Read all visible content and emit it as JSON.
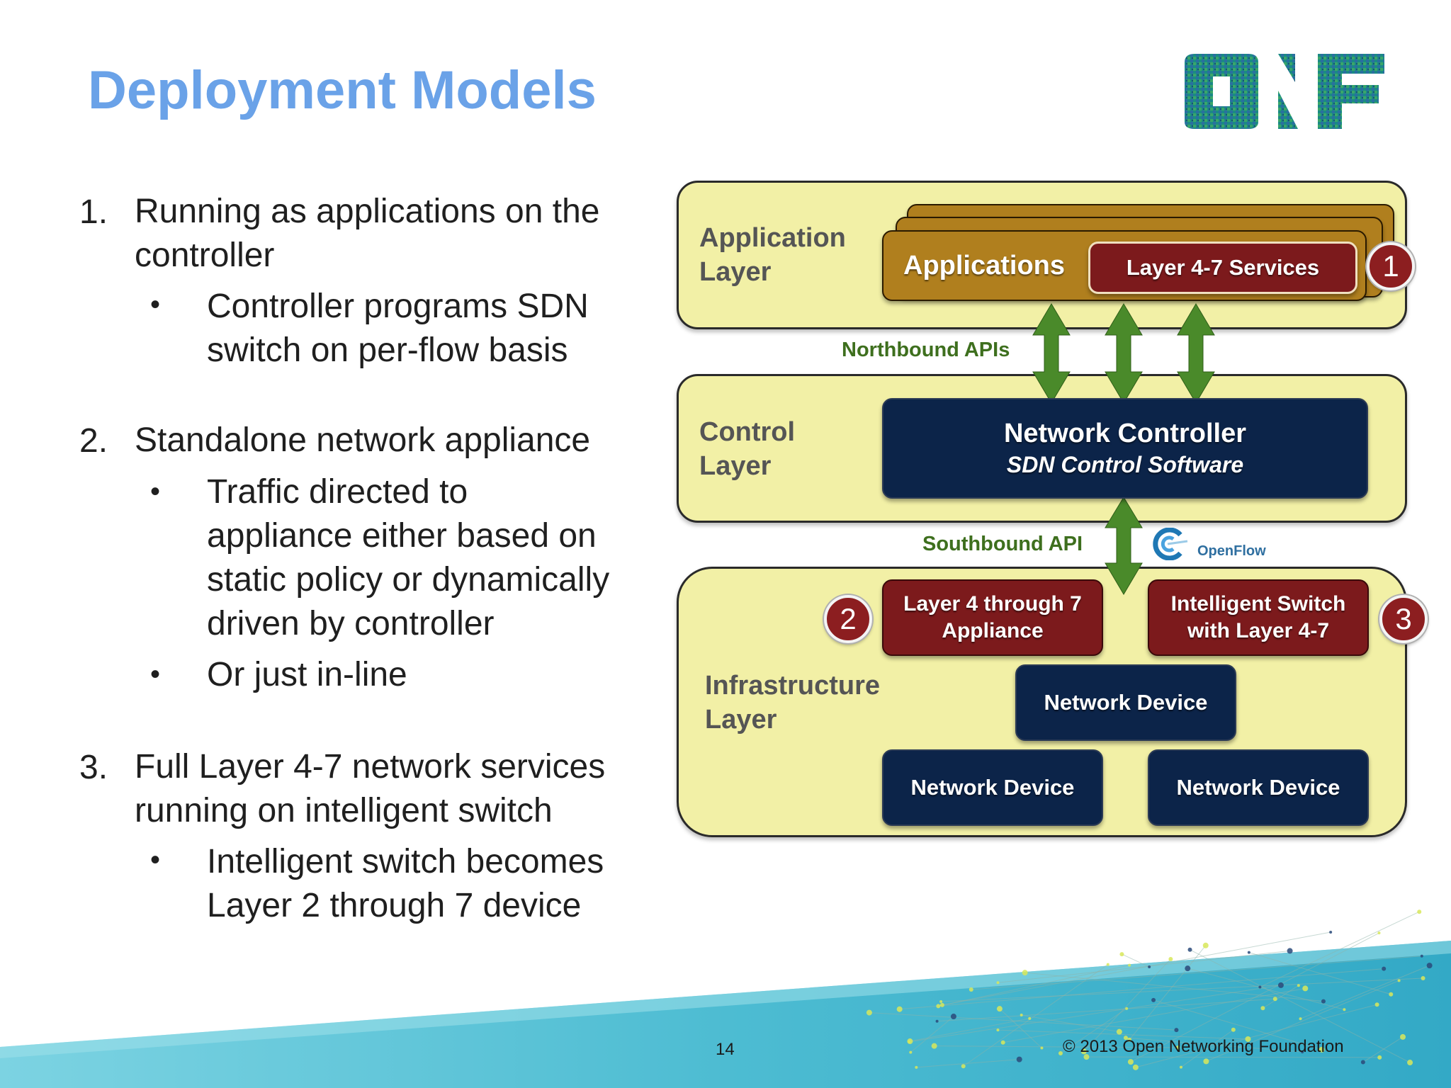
{
  "slide": {
    "title": "Deployment Models",
    "logo_text": "ONF",
    "page_number": "14",
    "copyright": "© 2013 Open Networking Foundation"
  },
  "list": [
    {
      "number": "1.",
      "lines": [
        "Running as applications on the",
        "controller"
      ],
      "bullets": [
        {
          "lines": [
            "Controller programs SDN",
            "switch on per-flow basis"
          ]
        }
      ]
    },
    {
      "number": "2.",
      "lines": [
        "Standalone network appliance"
      ],
      "bullets": [
        {
          "lines": [
            "Traffic directed to",
            "appliance either based on",
            "static policy or dynamically",
            "driven by controller"
          ]
        },
        {
          "lines": [
            "Or just in-line"
          ]
        }
      ]
    },
    {
      "number": "3.",
      "lines": [
        "Full Layer 4-7 network services",
        "running on intelligent switch"
      ],
      "bullets": [
        {
          "lines": [
            "Intelligent switch becomes",
            "Layer 2 through 7 device"
          ]
        }
      ]
    }
  ],
  "bullet_char": "•",
  "diagram": {
    "application_layer": [
      "Application",
      "Layer"
    ],
    "control_layer": [
      "Control",
      "Layer"
    ],
    "infrastructure_layer": [
      "Infrastructure",
      "Layer"
    ],
    "applications": "Applications",
    "services": "Layer 4-7 Services",
    "northbound": "Northbound APIs",
    "controller_title": "Network Controller",
    "controller_sub": "SDN Control Software",
    "southbound": "Southbound API",
    "openflow": "OpenFlow",
    "appliance": [
      "Layer 4 through 7",
      "Appliance"
    ],
    "intelligent_switch": [
      "Intelligent Switch",
      "with Layer 4-7"
    ],
    "device_center": "Network Device",
    "device_left": "Network Device",
    "device_right": "Network Device",
    "badges": [
      "1",
      "2",
      "3"
    ]
  },
  "colors": {
    "title": "#6aa2e8",
    "layer_fill": "#f2f0a6",
    "navy": "#0c2449",
    "dark_red": "#7c1a1c",
    "gold": "#b07f1e",
    "arrow_green": "#4a8a2a",
    "teal_band": "#4dbcd2"
  }
}
